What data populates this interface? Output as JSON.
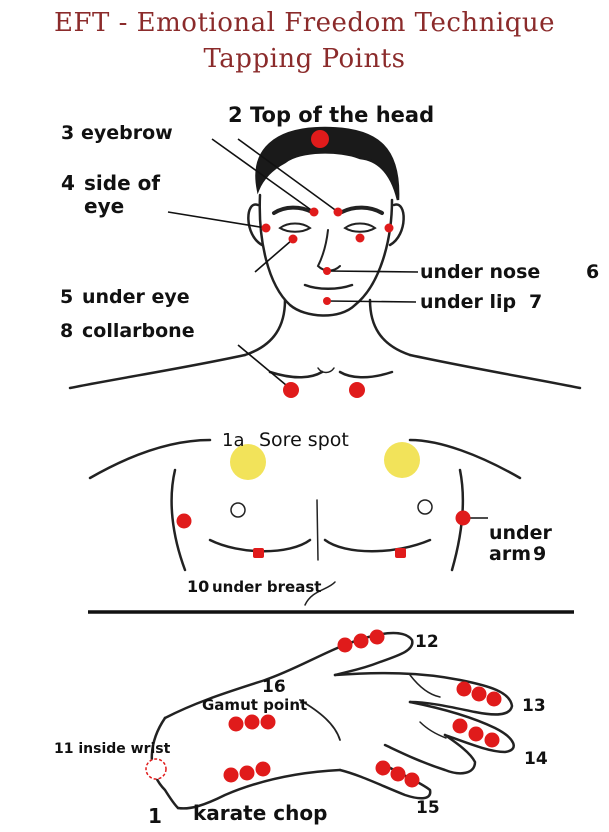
{
  "title": {
    "line1": "EFT - Emotional Freedom Technique",
    "line2": "Tapping Points"
  },
  "labels": {
    "p2_num": "2",
    "p2_text": "Top of the head",
    "p3_num": "3",
    "p3_text": "eyebrow",
    "p4_num": "4",
    "p4_text1": "side of",
    "p4_text2": "eye",
    "p5_num": "5",
    "p5_text": "under eye",
    "p6_text": "under nose",
    "p6_num": "6",
    "p7_text": "under lip",
    "p7_num": "7",
    "p8_num": "8",
    "p8_text": "collarbone",
    "p1a_num": "1a",
    "p1a_text": "Sore spot",
    "p9_text1": "under",
    "p9_text2": "arm",
    "p9_num": "9",
    "p10_num": "10",
    "p10_text": "under breast",
    "p12": "12",
    "p13": "13",
    "p14": "14",
    "p15": "15",
    "p16_num": "16",
    "p16_text": "Gamut point",
    "p11": "11 inside wrist",
    "p1_num": "1",
    "p1_text": "karate chop"
  },
  "colors": {
    "title": "#8b2b2b",
    "point": "#e01b1b",
    "sore_spot": "#f2e35a",
    "outline": "#222222"
  }
}
